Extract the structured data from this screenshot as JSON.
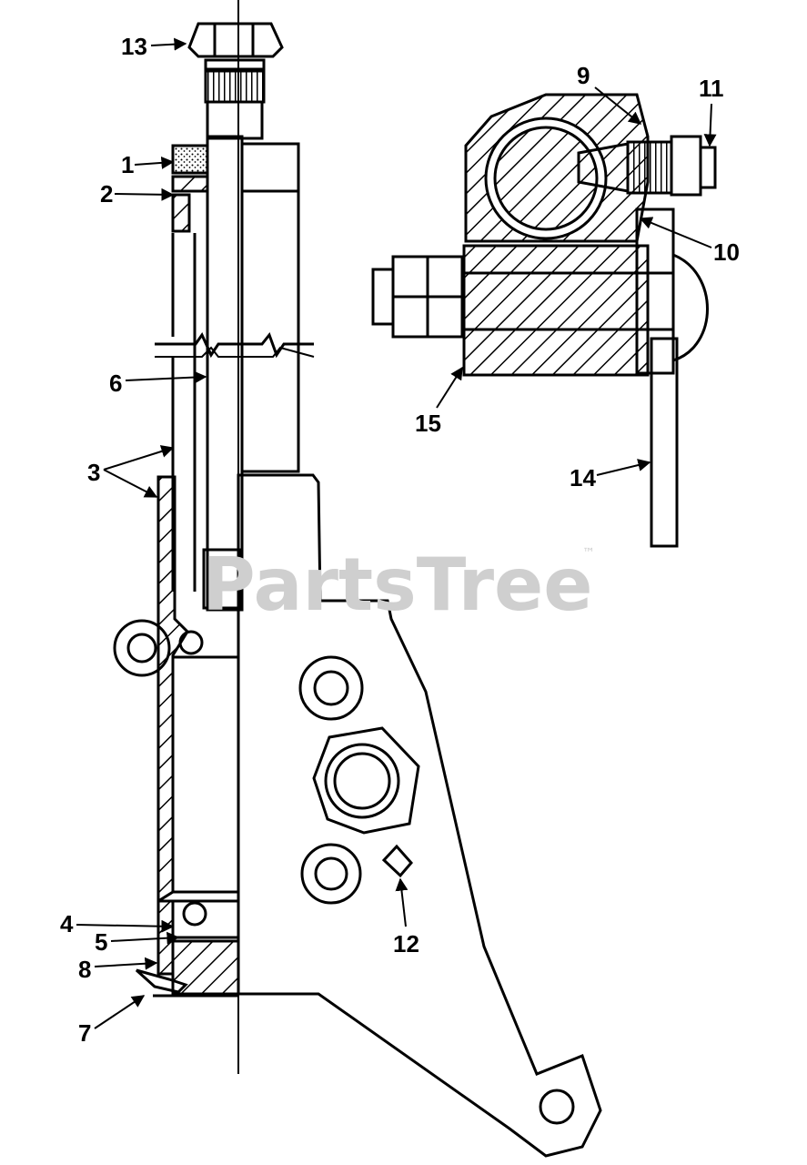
{
  "watermark": {
    "text": "PartsTree",
    "trademark": "™"
  },
  "callouts": [
    "1",
    "2",
    "3",
    "4",
    "5",
    "6",
    "7",
    "8",
    "9",
    "10",
    "11",
    "12",
    "13",
    "14",
    "15"
  ],
  "colors": {
    "ink": "#000000",
    "watermark": "#cfcfcf",
    "background": "#ffffff"
  }
}
